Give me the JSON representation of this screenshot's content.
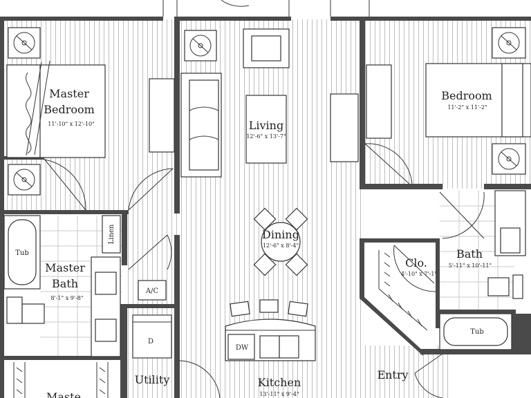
{
  "plan": {
    "rooms": {
      "master_bedroom": {
        "name_line1": "Master",
        "name_line2": "Bedroom",
        "dims": "11'-10\" x 12'-10\""
      },
      "living": {
        "name": "Living",
        "dims": "12'-6\" x 13'-7\""
      },
      "bedroom": {
        "name": "Bedroom",
        "dims": "11'-2\" x 11'-2\""
      },
      "dining": {
        "name": "Dining",
        "dims": "12'-6\" x 8'-4\""
      },
      "master_bath": {
        "name_line1": "Master",
        "name_line2": "Bath",
        "dims": "8'-1\" x 9'-8\""
      },
      "bath": {
        "name": "Bath",
        "dims": "5'-11\" x 10'-11\""
      },
      "closet": {
        "name": "Clo.",
        "dims": "4'-10\" x 7'-1\""
      },
      "kitchen": {
        "name": "Kitchen",
        "dims": "13'-11\" x 9'-4\""
      },
      "utility": {
        "name": "Utility"
      },
      "entry": {
        "name": "Entry"
      },
      "master_closet": {
        "name": "Maste"
      }
    },
    "fixtures": {
      "tub_master": "Tub",
      "tub_bath": "Tub",
      "linen": "Linen",
      "ac": "A/C",
      "dryer": "D",
      "dishwasher": "DW"
    },
    "colors": {
      "wall": "#4a4a4a",
      "hatch": "#bdbdbd",
      "tile": "#c8c8c8",
      "background": "#ffffff"
    }
  }
}
